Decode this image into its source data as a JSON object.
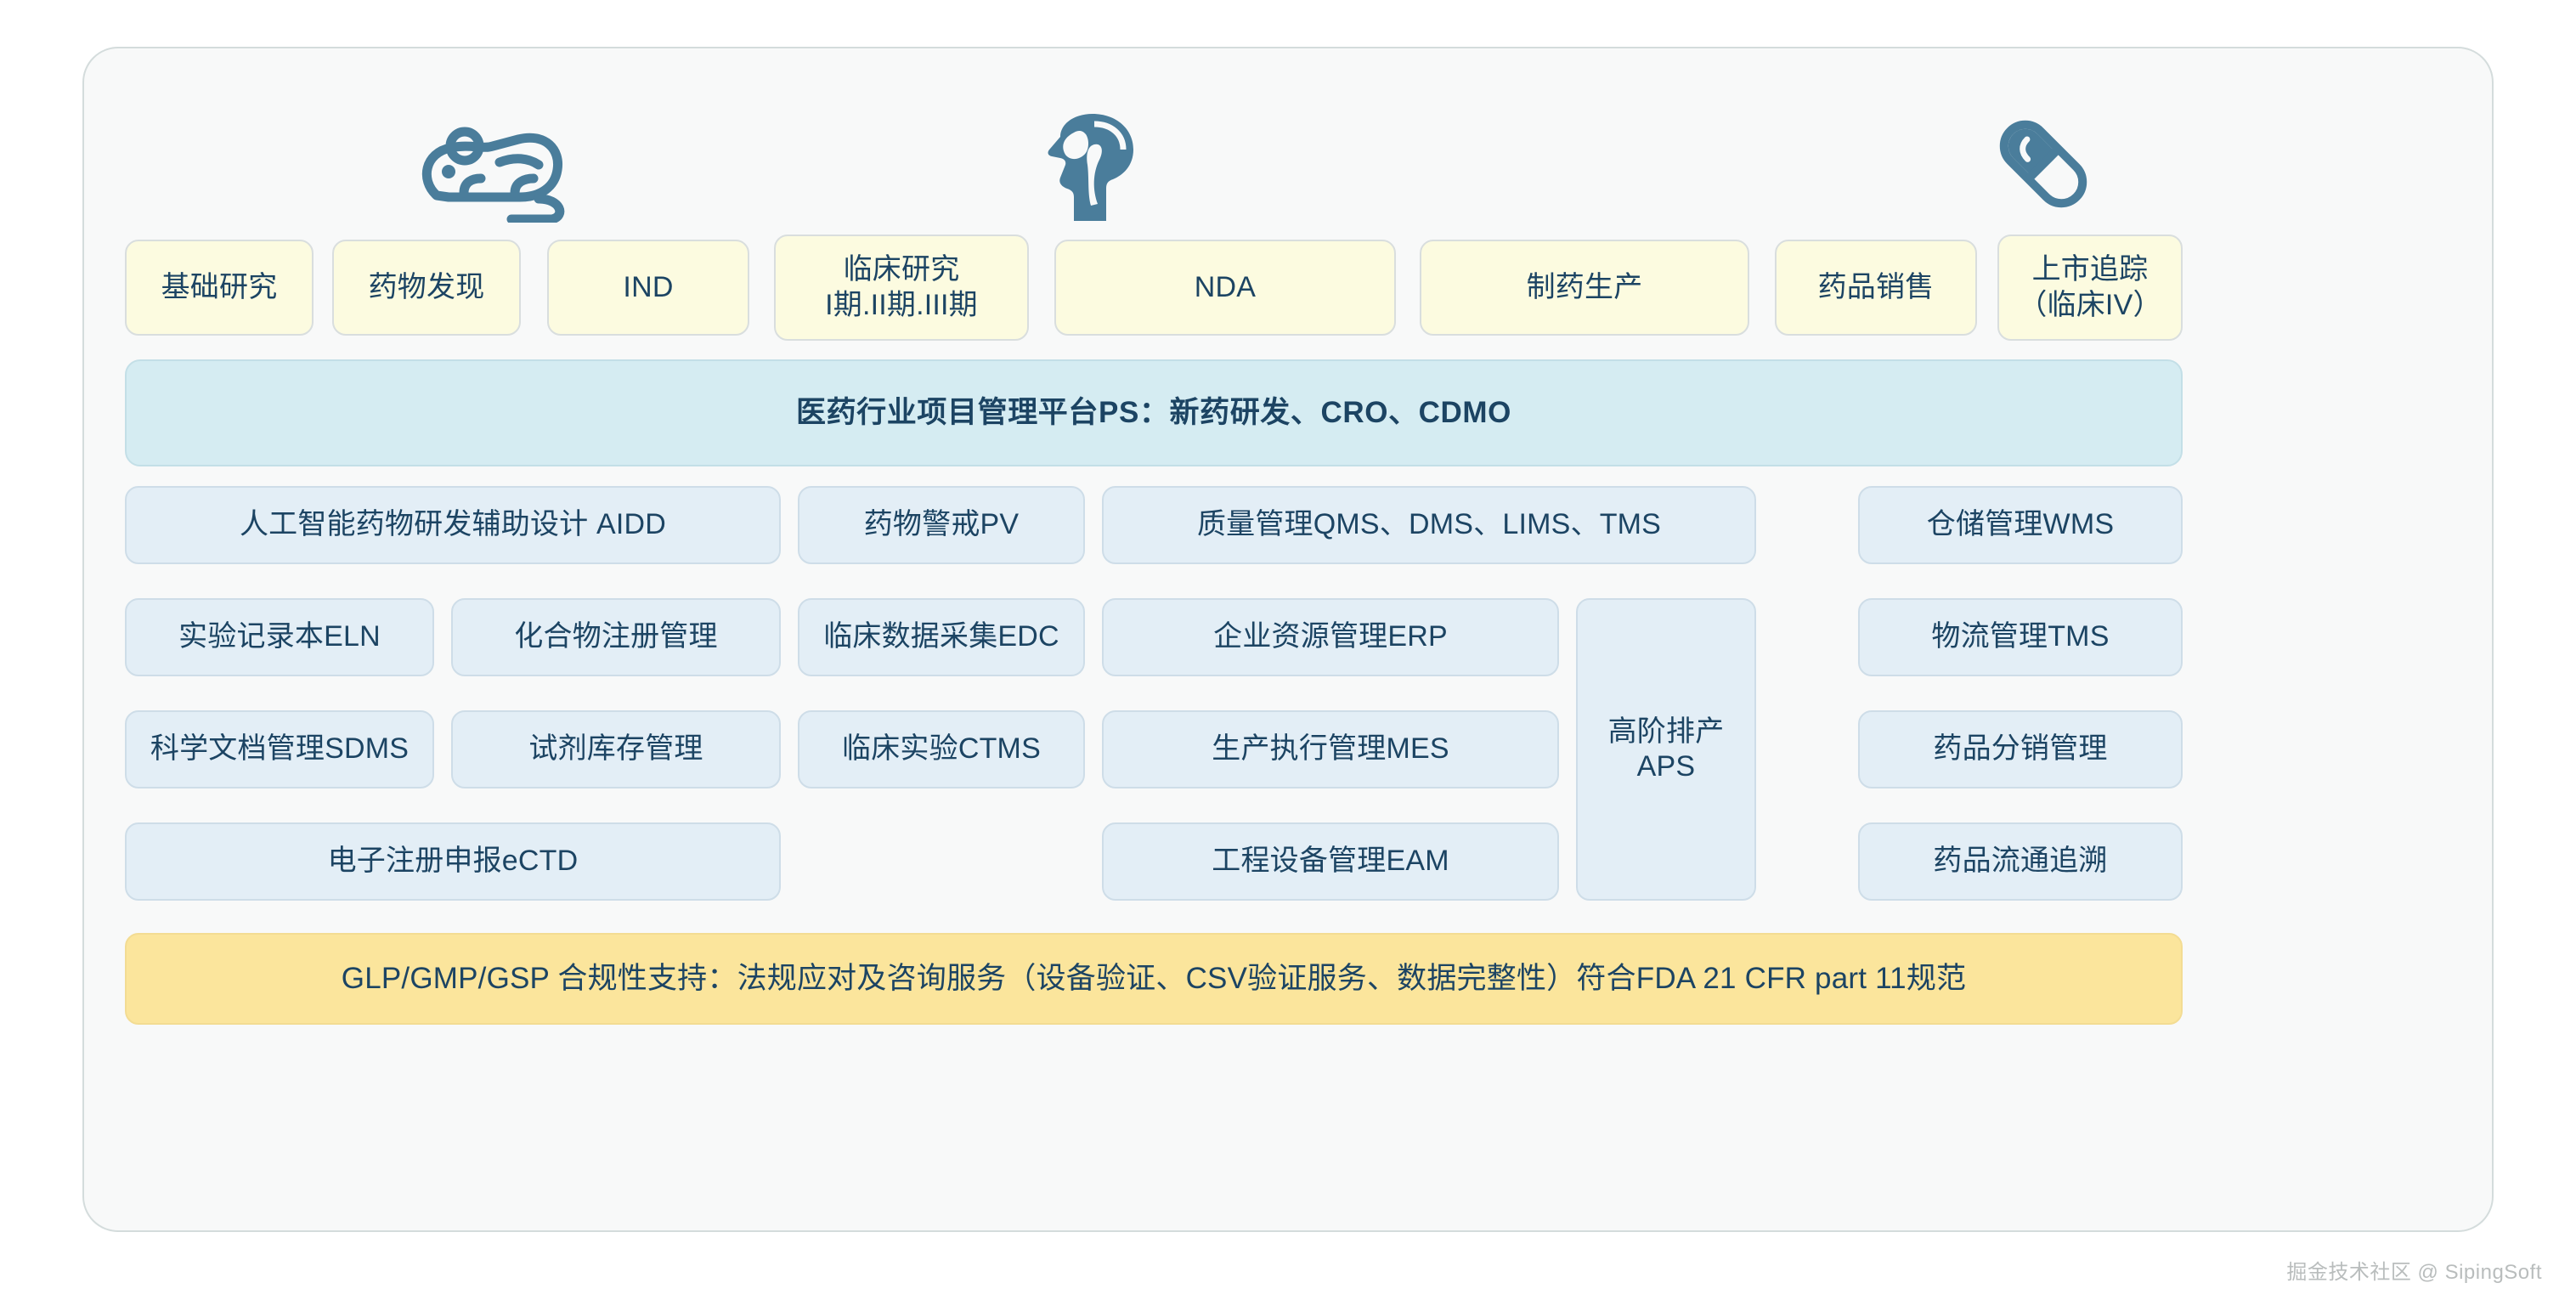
{
  "diagram": {
    "title_watermark": "掘金技术社区 @ SipingSoft",
    "colors": {
      "panel_bg": "#f8f9f9",
      "panel_border": "#d4dcdc",
      "yellow_card_bg": "#fcfbe0",
      "yellow_card_border": "#d9dede",
      "blue_card_bg": "#e3eef6",
      "blue_card_border": "#cedde8",
      "banner_bg": "#d5ecf2",
      "banner_border": "#c3dfe7",
      "compliance_bg": "#fbe59c",
      "compliance_border": "#f3dc93",
      "text": "#1c4463",
      "icon": "#4a7d9b",
      "watermark": "#b9bdbd"
    },
    "icons": [
      {
        "name": "lab-mouse-icon",
        "label": "mouse"
      },
      {
        "name": "brain-head-icon",
        "label": "brain"
      },
      {
        "name": "capsule-pill-icon",
        "label": "pill"
      }
    ],
    "stage_row": [
      {
        "label": "基础研究"
      },
      {
        "label": "药物发现"
      },
      {
        "label": "IND"
      },
      {
        "label": "临床研究\nI期.II期.III期"
      },
      {
        "label": "NDA"
      },
      {
        "label": "制药生产"
      },
      {
        "label": "药品销售"
      },
      {
        "label": "上市追踪\n（临床IV）"
      }
    ],
    "platform_banner": "医药行业项目管理平台PS：新药研发、CRO、CDMO",
    "modules": [
      {
        "label": "人工智能药物研发辅助设计 AIDD"
      },
      {
        "label": "药物警戒PV"
      },
      {
        "label": "质量管理QMS、DMS、LIMS、TMS"
      },
      {
        "label": "仓储管理WMS"
      },
      {
        "label": "实验记录本ELN"
      },
      {
        "label": "化合物注册管理"
      },
      {
        "label": "临床数据采集EDC"
      },
      {
        "label": "企业资源管理ERP"
      },
      {
        "label": "物流管理TMS"
      },
      {
        "label": "科学文档管理SDMS"
      },
      {
        "label": "试剂库存管理"
      },
      {
        "label": "临床实验CTMS"
      },
      {
        "label": "生产执行管理MES"
      },
      {
        "label": "高阶排产\nAPS"
      },
      {
        "label": "药品分销管理"
      },
      {
        "label": "电子注册申报eCTD"
      },
      {
        "label": "工程设备管理EAM"
      },
      {
        "label": "药品流通追溯"
      }
    ],
    "compliance_bar": "GLP/GMP/GSP 合规性支持：法规应对及咨询服务（设备验证、CSV验证服务、数据完整性）符合FDA 21 CFR part 11规范"
  }
}
